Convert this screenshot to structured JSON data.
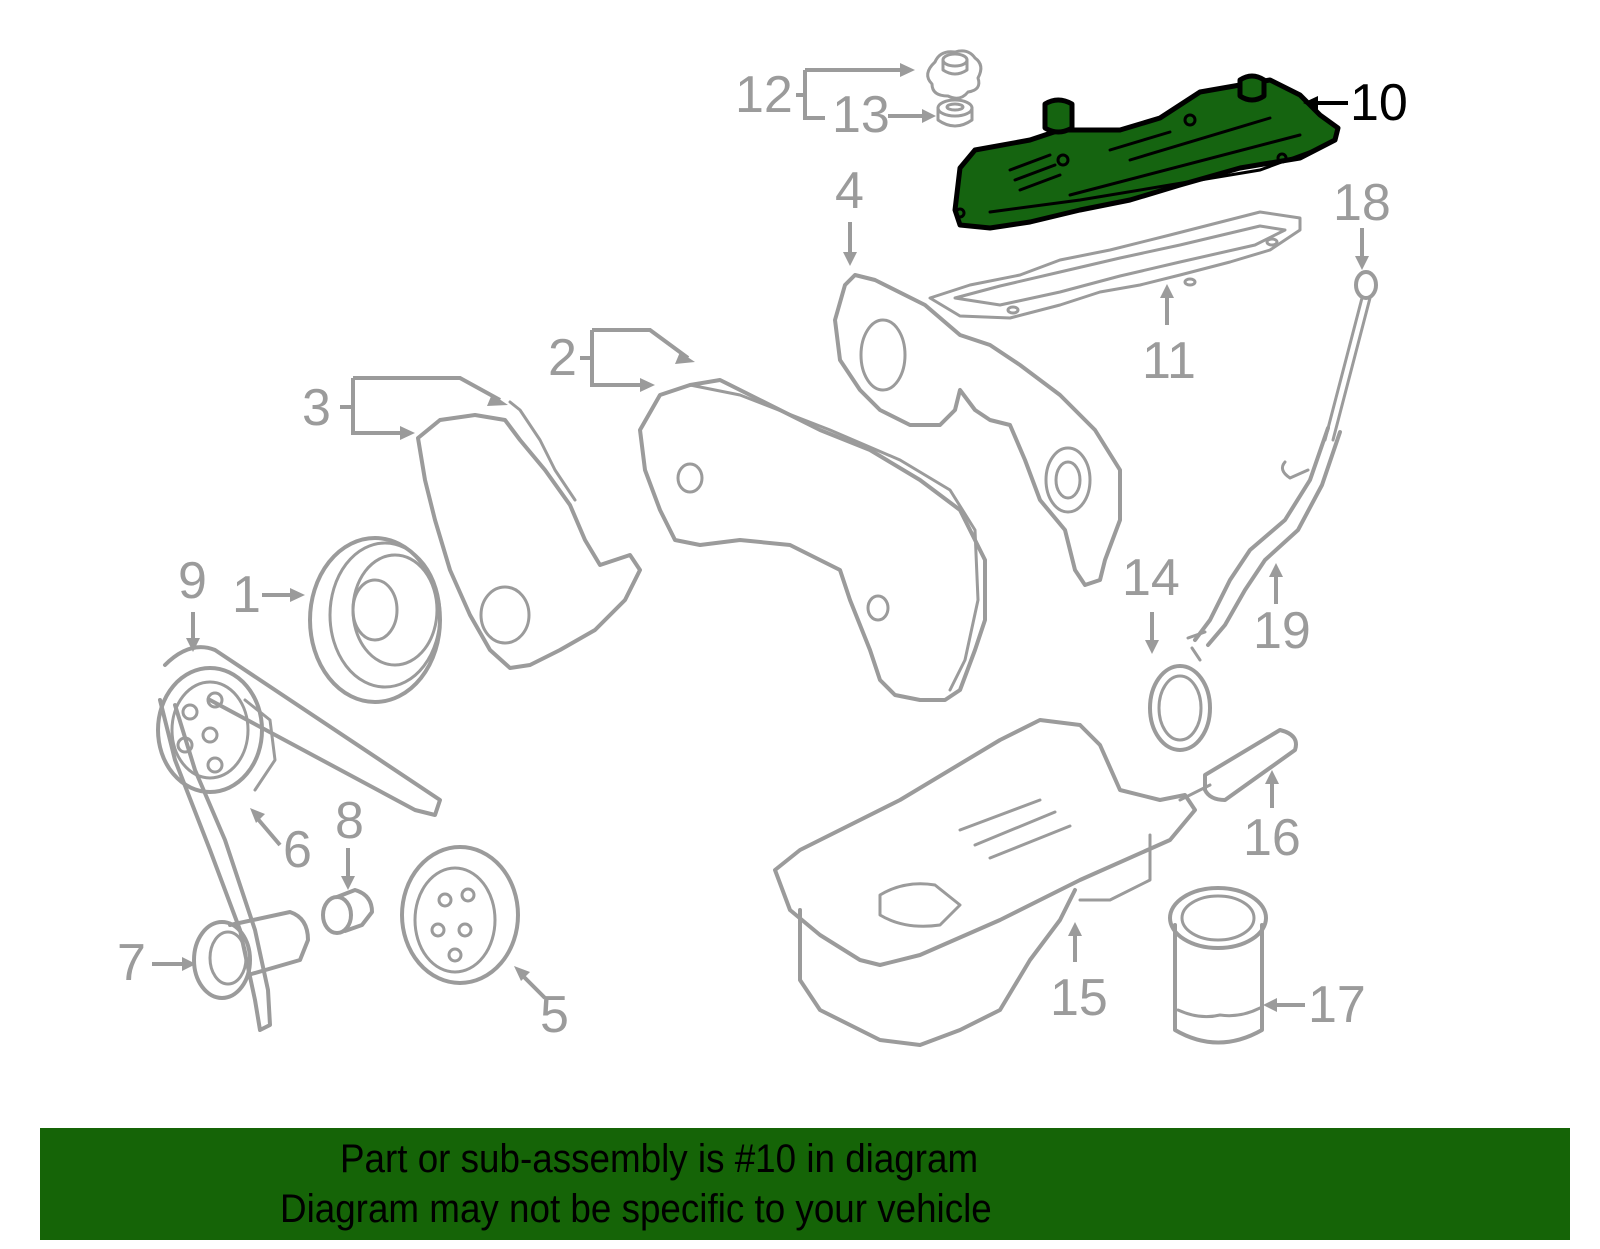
{
  "diagram": {
    "title": "Engine timing cover, valve cover and oil pan exploded diagram",
    "highlighted_part": "10",
    "highlight_color": "#156410",
    "callout_color": "#9b9b9b",
    "callouts": [
      {
        "id": "1",
        "label": "1",
        "part": "crankshaft-pulley"
      },
      {
        "id": "2",
        "label": "2",
        "part": "timing-cover-upper"
      },
      {
        "id": "3",
        "label": "3",
        "part": "timing-cover-lower"
      },
      {
        "id": "4",
        "label": "4",
        "part": "rear-timing-plate"
      },
      {
        "id": "5",
        "label": "5",
        "part": "crankshaft-sprocket"
      },
      {
        "id": "6",
        "label": "6",
        "part": "camshaft-sprocket"
      },
      {
        "id": "7",
        "label": "7",
        "part": "tensioner-pulley"
      },
      {
        "id": "8",
        "label": "8",
        "part": "tensioner-spring"
      },
      {
        "id": "9",
        "label": "9",
        "part": "timing-belt"
      },
      {
        "id": "10",
        "label": "10",
        "part": "valve-cover"
      },
      {
        "id": "11",
        "label": "11",
        "part": "valve-cover-gasket"
      },
      {
        "id": "12",
        "label": "12",
        "part": "oil-filler-cap"
      },
      {
        "id": "13",
        "label": "13",
        "part": "filler-cap-seal"
      },
      {
        "id": "14",
        "label": "14",
        "part": "seal-ring"
      },
      {
        "id": "15",
        "label": "15",
        "part": "oil-pan"
      },
      {
        "id": "16",
        "label": "16",
        "part": "drain-plug-tube"
      },
      {
        "id": "17",
        "label": "17",
        "part": "oil-filter"
      },
      {
        "id": "18",
        "label": "18",
        "part": "dipstick"
      },
      {
        "id": "19",
        "label": "19",
        "part": "dipstick-tube"
      }
    ]
  },
  "banner": {
    "line1": "Part or sub-assembly is #10 in diagram",
    "line2": "Diagram may not be specific to your vehicle",
    "background": "#156407"
  }
}
